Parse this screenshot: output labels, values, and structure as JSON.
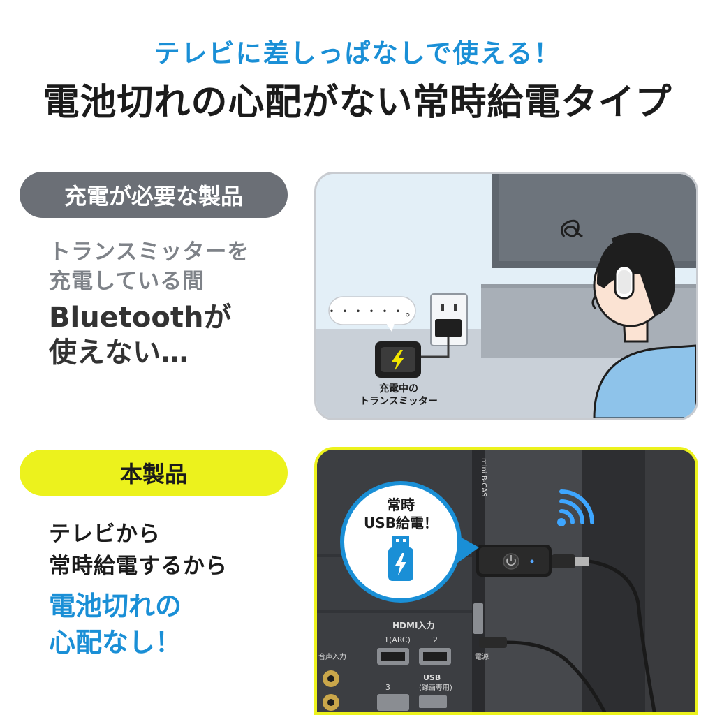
{
  "header": {
    "subtitle": "テレビに差しっぱなしで使える！",
    "title": "電池切れの心配がない常時給電タイプ"
  },
  "section_charging": {
    "pill_label": "充電が必要な製品",
    "lines": [
      "トランスミッターを",
      "充電している間"
    ],
    "strong_lines": [
      "Bluetoothが",
      "使えない…"
    ],
    "speech_bubble": "・・・・・・。",
    "device_caption": [
      "充電中の",
      "トランスミッター"
    ]
  },
  "section_product": {
    "pill_label": "本製品",
    "lines": [
      "テレビから",
      "常時給電するから"
    ],
    "blue_lines": [
      "電池切れの",
      "心配なし！"
    ],
    "callout": [
      "常時",
      "USB給電！"
    ],
    "port_labels": {
      "hdmi_input": "HDMI入力",
      "hdmi1": "1(ARC)",
      "hdmi2": "2",
      "hdmi3": "3",
      "usb": "USB",
      "usb_sub": "(録画専用)",
      "mini_bcas": "mini B-CAS",
      "audio_in": "音声入力",
      "power": "電源"
    }
  },
  "colors": {
    "accent_blue": "#1a8fd6",
    "pill_gray": "#6b6f76",
    "pill_yellow": "#ecf21d",
    "bolt_yellow": "#f2e600"
  }
}
